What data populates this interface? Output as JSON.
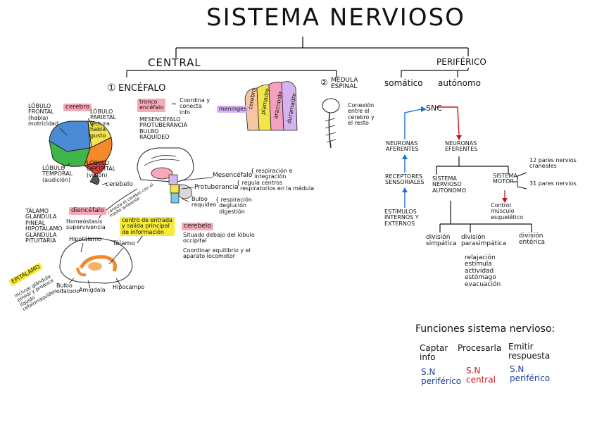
{
  "title": "SISTEMA NERVIOSO",
  "central": {
    "label": "CENTRAL",
    "encefalo": {
      "number": "①",
      "label": "ENCÉFALO"
    },
    "medula": {
      "number": "②",
      "label": "MÉDULA\nESPINAL",
      "desc": "Conexión\nentre el\ncerebro y\nel resto"
    },
    "lobulos": {
      "cerebro": "cerebro",
      "frontal": "LÓBULO\nFRONTAL\n(habla)\nmotricidad",
      "parietal": "LÓBULO\nPARIETAL\nlectura\nhabla\ngusto",
      "temporal": "LÓBULO\nTEMPORAL\n(audición)",
      "occipital": "LÓBULO\nOCCIPITAL\n(visión)",
      "cerebelo": "cerebelo"
    },
    "tronco": {
      "label": "tronco\nencéfalo",
      "desc": "Coordina y\nconecta\ninfo",
      "parts": "MESENCÉFALO\nPROTUBERANCIA\nBULBO\nRAQUÍDEO"
    },
    "meninges": {
      "label": "meninges",
      "layers": [
        "cerebro",
        "piamadre",
        "aracnoide",
        "duramadre"
      ]
    },
    "brainstem": {
      "mesencefalo": "Mesencéfalo",
      "mesencefalo_fn": "{ respiración e\n  integración",
      "protuberancia": "Protuberancia",
      "protuberancia_fn": "{ regula centros\n  respiratorios en la médula",
      "bulbo": "Bulbo\nraquídeo",
      "bulbo_fn": "{ respiración\n  deglución\n  digestión"
    },
    "diencefalo": {
      "label": "diencéfalo",
      "list": "TÁLAMO\nGLÁNDULA\nPINEAL\nHIPOTÁLAMO\nGLÁNDULA\nPITUITARIA",
      "conecta": "conecta el cerebro con el\nmedio ambiente",
      "homeostasis": "Homeóstasis\nsupervivencia",
      "hipotalamo": "Hipotálamo",
      "talamo": "Tálamo",
      "talamo_desc": "centro de entrada\ny salida principal\nde información"
    },
    "cerebelo": {
      "label": "cerebelo",
      "desc1": "Situado debajo del lóbulo\noccipital",
      "desc2": "Coordinar equilibrio y el\naparato locomotor"
    },
    "epitalamo": {
      "label": "EPITÁLAMO",
      "desc": "incluye glándula\npineal y produce\nlíquido\ncefalorraquídeo"
    },
    "limbic": {
      "bulbo_olfatorio": "Bulbo\nolfatorio",
      "amigdala": "Amígdala",
      "hipocampo": "Hipocampo"
    }
  },
  "periferico": {
    "label": "PERIFÉRICO",
    "somatico": "somático",
    "autonomo": "autónomo",
    "snc": "SNC",
    "neuronas_aferentes": "NEURONAS\nAFERENTES",
    "neuronas_eferentes": "NEURONAS\nEFERENTES",
    "receptores": "RECEPTORES\nSENSORIALES",
    "estimulos": "ESTÍMULOS\nINTERNOS Y\nEXTERNOS",
    "sna": "SISTEMA\nNERVIOSO\nAUTÓNOMO",
    "motor": "SISTEMA\nMOTOR",
    "pares_craneales": "12 pares nervios\ncraneales",
    "pares_raquideos": "31 pares nervios",
    "control": "Control\nmúsculo\nesquelético",
    "simpatica": "división\nsimpática",
    "parasimpatica": "división\nparasimpática",
    "enterica": "división\nentérica",
    "para_fn": "relajación\nestimula\nactividad\nestómago\nevacuación"
  },
  "funciones": {
    "title": "Funciones sistema nervioso:",
    "cols": [
      {
        "head": "Captar\ninfo",
        "sub": "S.N\nperiférico"
      },
      {
        "head": "Procesarla",
        "sub": "S.N\ncentral"
      },
      {
        "head": "Emitir\nrespuesta",
        "sub": "S.N\nperiférico"
      }
    ]
  },
  "colors": {
    "pink": "#f7a9ba",
    "yellow": "#f8ea3a",
    "green": "#9ee06b",
    "blue": "#1b3fa6",
    "red": "#c41919"
  }
}
